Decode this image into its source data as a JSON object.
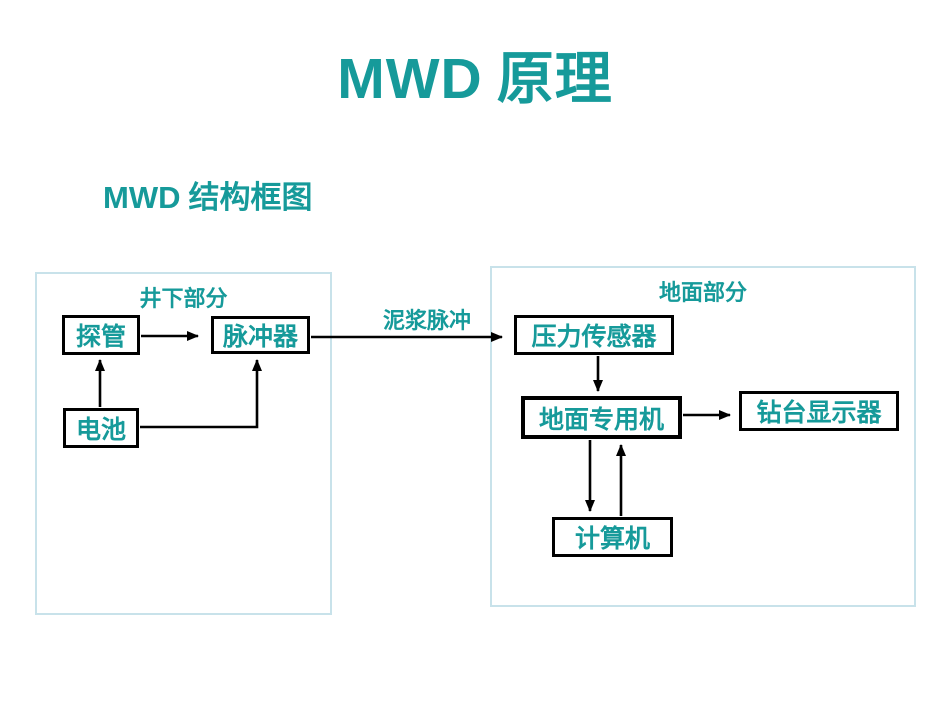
{
  "slide": {
    "title_latin": "MWD",
    "title_cjk": "原理",
    "subtitle_latin": "MWD",
    "subtitle_cjk": "结构框图"
  },
  "colors": {
    "accent_teal": "#169a9a",
    "container_border": "#c8e2ea",
    "box_border": "#000000",
    "background": "#ffffff"
  },
  "diagram": {
    "sections": [
      {
        "id": "downhole",
        "label": "井下部分"
      },
      {
        "id": "surface",
        "label": "地面部分"
      }
    ],
    "nodes": [
      {
        "id": "probe",
        "label": "探管",
        "section": "downhole"
      },
      {
        "id": "pulser",
        "label": "脉冲器",
        "section": "downhole"
      },
      {
        "id": "battery",
        "label": "电池",
        "section": "downhole"
      },
      {
        "id": "pressure-sensor",
        "label": "压力传感器",
        "section": "surface"
      },
      {
        "id": "surface-unit",
        "label": "地面专用机",
        "section": "surface"
      },
      {
        "id": "rig-display",
        "label": "钻台显示器",
        "section": "surface"
      },
      {
        "id": "computer",
        "label": "计算机",
        "section": "surface"
      }
    ],
    "edges": [
      {
        "from": "probe",
        "to": "pulser",
        "label": ""
      },
      {
        "from": "battery",
        "to": "probe",
        "label": ""
      },
      {
        "from": "battery",
        "to": "pulser",
        "label": ""
      },
      {
        "from": "pulser",
        "to": "pressure-sensor",
        "label": "泥浆脉冲"
      },
      {
        "from": "pressure-sensor",
        "to": "surface-unit",
        "label": ""
      },
      {
        "from": "surface-unit",
        "to": "rig-display",
        "label": ""
      },
      {
        "from": "surface-unit",
        "to": "computer",
        "label": ""
      },
      {
        "from": "computer",
        "to": "surface-unit",
        "label": ""
      }
    ]
  }
}
